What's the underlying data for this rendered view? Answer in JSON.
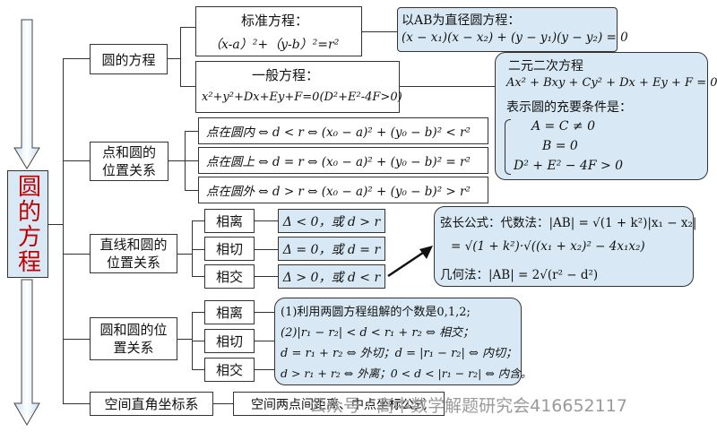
{
  "root_label": "圆的方程",
  "watermark": "公众号 · 高中数学解题研究会416652117",
  "eq_circle": {
    "label": "圆的方程",
    "standard_title": "标准方程：",
    "standard_eq": "（x-a）²+（y-b）²=r²",
    "diameter_title": "以AB为直径圆方程：",
    "diameter_eq": "(x − x₁)(x − x₂) + (y − y₁)(y − y₂) = 0",
    "general_title": "一般方程：",
    "general_eq": "x²+y²+Dx+Ey+F=0(D²+E²-4F>0)",
    "quad_title": "二元二次方程",
    "quad_eq": "Ax² + Bxy + Cy² + Dx + Ey + F = 0",
    "quad_cond": "表示圆的充要条件是：",
    "cond_1": "A = C ≠ 0",
    "cond_2": "B = 0",
    "cond_3": "D² + E² − 4F > 0"
  },
  "point_circle": {
    "label_1": "点和圆的",
    "label_2": "位置关系",
    "inside": "点在圆内 ⇔ d < r ⇔ (x₀ − a)² + (y₀ − b)² < r²",
    "on": "点在圆上 ⇔ d = r ⇔ (x₀ − a)² + (y₀ − b)² = r²",
    "outside": "点在圆外 ⇔ d > r ⇔ (x₀ − a)² + (y₀ − b)² > r²"
  },
  "line_circle": {
    "label_1": "直线和圆的",
    "label_2": "位置关系",
    "sep": "相离",
    "tan": "相切",
    "int": "相交",
    "sep_cond": "Δ < 0，或 d > r",
    "tan_cond": "Δ = 0，或 d = r",
    "int_cond": "Δ > 0，或 d < r",
    "chord_1": "弦长公式：代数法：|AB| = √(1 + k²)|x₁ − x₂|",
    "chord_2": "= √(1 + k²)·√((x₁ + x₂)² − 4x₁x₂)",
    "chord_3": "几何法：|AB| = 2√(r² − d²)"
  },
  "circle_circle": {
    "label_1": "圆和圆的位",
    "label_2": "置关系",
    "sep": "相离",
    "tan": "相切",
    "int": "相交",
    "note_1": "(1)利用两圆方程组解的个数是0,1,2;",
    "note_2": "(2)|r₁ − r₂| < d < r₁ + r₂ ⇔ 相交；",
    "note_3": "d = r₁ + r₂ ⇔ 外切；d = |r₁ − r₂| ⇔ 内切；",
    "note_4": "d > r₁ + r₂ ⇔ 外离；0 < d < |r₁ − r₂| ⇔ 内含。"
  },
  "space": {
    "label": "空间直角坐标系",
    "formula": "空间两点间距离、中点坐标公式"
  }
}
